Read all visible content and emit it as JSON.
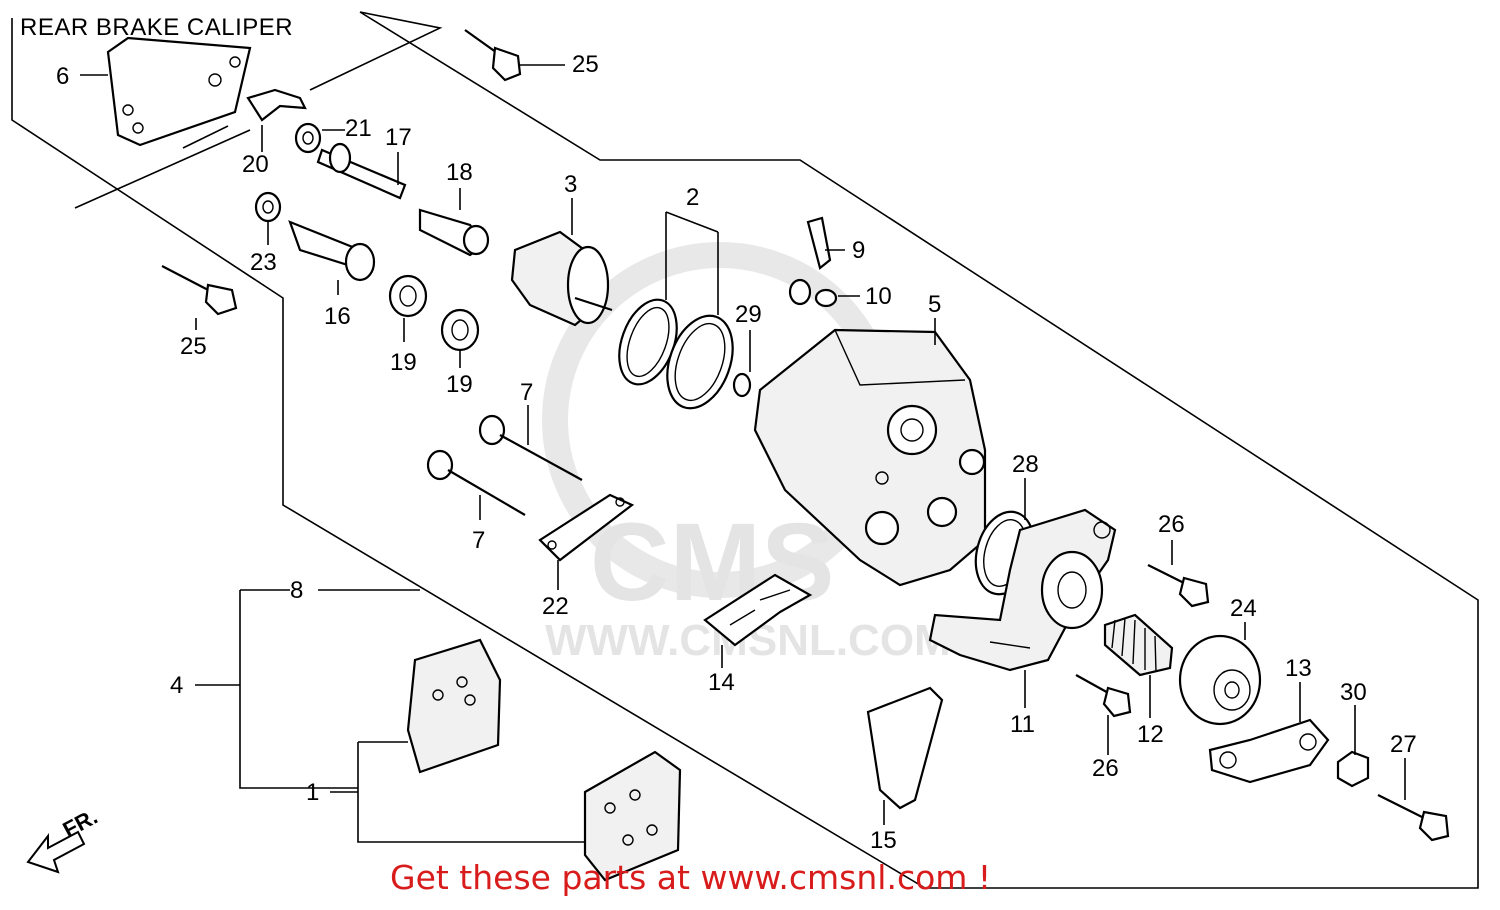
{
  "title": "REAR BRAKE CALIPER",
  "cta": "Get these parts at www.cmsnl.com !",
  "watermark": {
    "brand": "CMS",
    "site": "WWW.CMSNL.COM"
  },
  "direction_label": "FR.",
  "callouts": {
    "p1": "1",
    "p2": "2",
    "p3": "3",
    "p4": "4",
    "p5": "5",
    "p6": "6",
    "p7a": "7",
    "p7b": "7",
    "p8": "8",
    "p9": "9",
    "p10": "10",
    "p11": "11",
    "p12": "12",
    "p13": "13",
    "p14": "14",
    "p15": "15",
    "p16": "16",
    "p17": "17",
    "p18": "18",
    "p19a": "19",
    "p19b": "19",
    "p20": "20",
    "p21": "21",
    "p22": "22",
    "p23": "23",
    "p24": "24",
    "p25a": "25",
    "p25b": "25",
    "p26a": "26",
    "p26b": "26",
    "p27": "27",
    "p28": "28",
    "p29": "29",
    "p30": "30"
  }
}
